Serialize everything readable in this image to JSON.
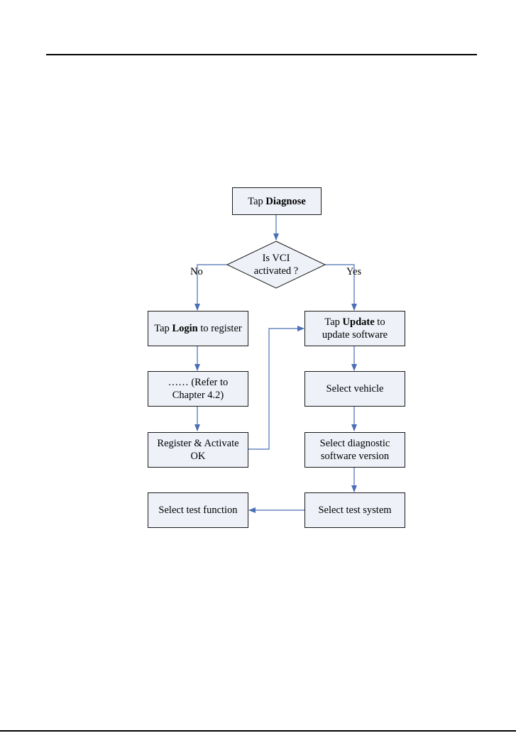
{
  "flowchart": {
    "start": {
      "prefix": "Tap ",
      "bold": "Diagnose",
      "suffix": ""
    },
    "decision": {
      "line1": "Is VCI",
      "line2": "activated ?"
    },
    "branch_no": "No",
    "branch_yes": "Yes",
    "login": {
      "prefix": "Tap ",
      "bold": "Login",
      "suffix": " to register"
    },
    "refer": {
      "line1": "…… (Refer to",
      "line2": "Chapter 4.2)"
    },
    "register": {
      "line1": "Register & Activate",
      "line2": "OK"
    },
    "update": {
      "prefix": "Tap ",
      "bold": "Update",
      "suffix": " to",
      "line2": "update software"
    },
    "select_vehicle": "Select vehicle",
    "select_version": {
      "line1": "Select diagnostic",
      "line2": "software version"
    },
    "select_system": "Select test system",
    "select_function": "Select test function"
  },
  "colors": {
    "arrow": "#4a6fb5",
    "box_fill": "#eef1f8",
    "box_border": "#1a1a1a"
  }
}
